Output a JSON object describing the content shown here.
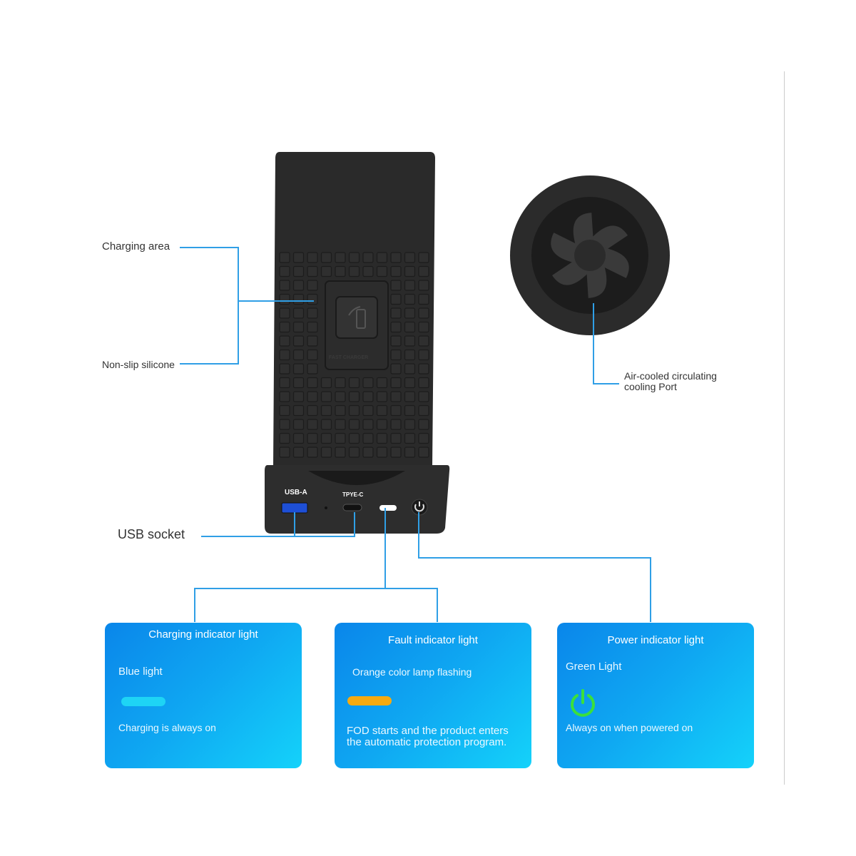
{
  "labels": {
    "charging_area": "Charging area",
    "non_slip": "Non-slip silicone",
    "usb_socket": "USB socket",
    "cooling_port": "Air-cooled circulating cooling Port"
  },
  "device": {
    "usb_a": "USB-A",
    "type_c": "TPYE-C",
    "pad_text": "FAST CHARGER"
  },
  "cards": [
    {
      "title": "Charging indicator light",
      "subtitle": "Blue light",
      "description": "Charging is always on",
      "indicator": "pill",
      "color": "#1ed4f5"
    },
    {
      "title": "Fault indicator light",
      "subtitle": "Orange color lamp flashing",
      "description": "FOD starts and the product enters the automatic protection program.",
      "indicator": "pill",
      "color": "#f7aa10"
    },
    {
      "title": "Power indicator light",
      "subtitle": "Green Light",
      "description": "Always on when powered on",
      "indicator": "power-icon",
      "color": "#3be03b"
    }
  ],
  "colors": {
    "line": "#2f9fe6",
    "device": "#2b2b2b"
  }
}
